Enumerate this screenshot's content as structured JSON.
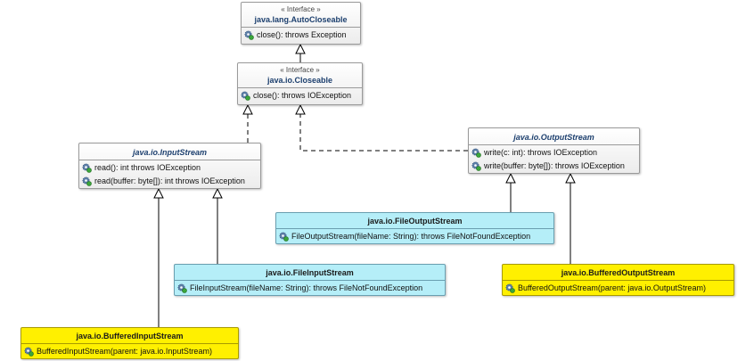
{
  "stereotype": "« Interface »",
  "classes": {
    "autocloseable": {
      "name": "java.lang.AutoCloseable",
      "operations": [
        "close(): throws Exception"
      ]
    },
    "closeable": {
      "name": "java.io.Closeable",
      "operations": [
        "close(): throws IOException"
      ]
    },
    "inputstream": {
      "name": "java.io.InputStream",
      "operations": [
        "read(): int throws IOException",
        "read(buffer: byte[]): int throws IOException"
      ]
    },
    "outputstream": {
      "name": "java.io.OutputStream",
      "operations": [
        "write(c: int): throws IOException",
        "write(buffer: byte[]): throws IOException"
      ]
    },
    "fileoutputstream": {
      "name": "java.io.FileOutputStream",
      "operations": [
        "FileOutputStream(fileName: String): throws FileNotFoundException"
      ]
    },
    "fileinputstream": {
      "name": "java.io.FileInputStream",
      "operations": [
        "FileInputStream(fileName: String): throws FileNotFoundException"
      ]
    },
    "bufferedoutputstream": {
      "name": "java.io.BufferedOutputStream",
      "operations": [
        "BufferedOutputStream(parent: java.io.OutputStream)"
      ]
    },
    "bufferedinputstream": {
      "name": "java.io.BufferedInputStream",
      "operations": [
        "BufferedInputStream(parent: java.io.InputStream)"
      ]
    }
  },
  "colors": {
    "interface_fill": "#f0f0f0",
    "abstract_fill": "#f0f0f0",
    "file_stream_fill": "#b5eef8",
    "buffered_stream_fill": "#fff000",
    "class_name_text": "#1c3f6e",
    "edge": "#000000"
  },
  "icons": {
    "operation": "gear-operation-icon"
  }
}
